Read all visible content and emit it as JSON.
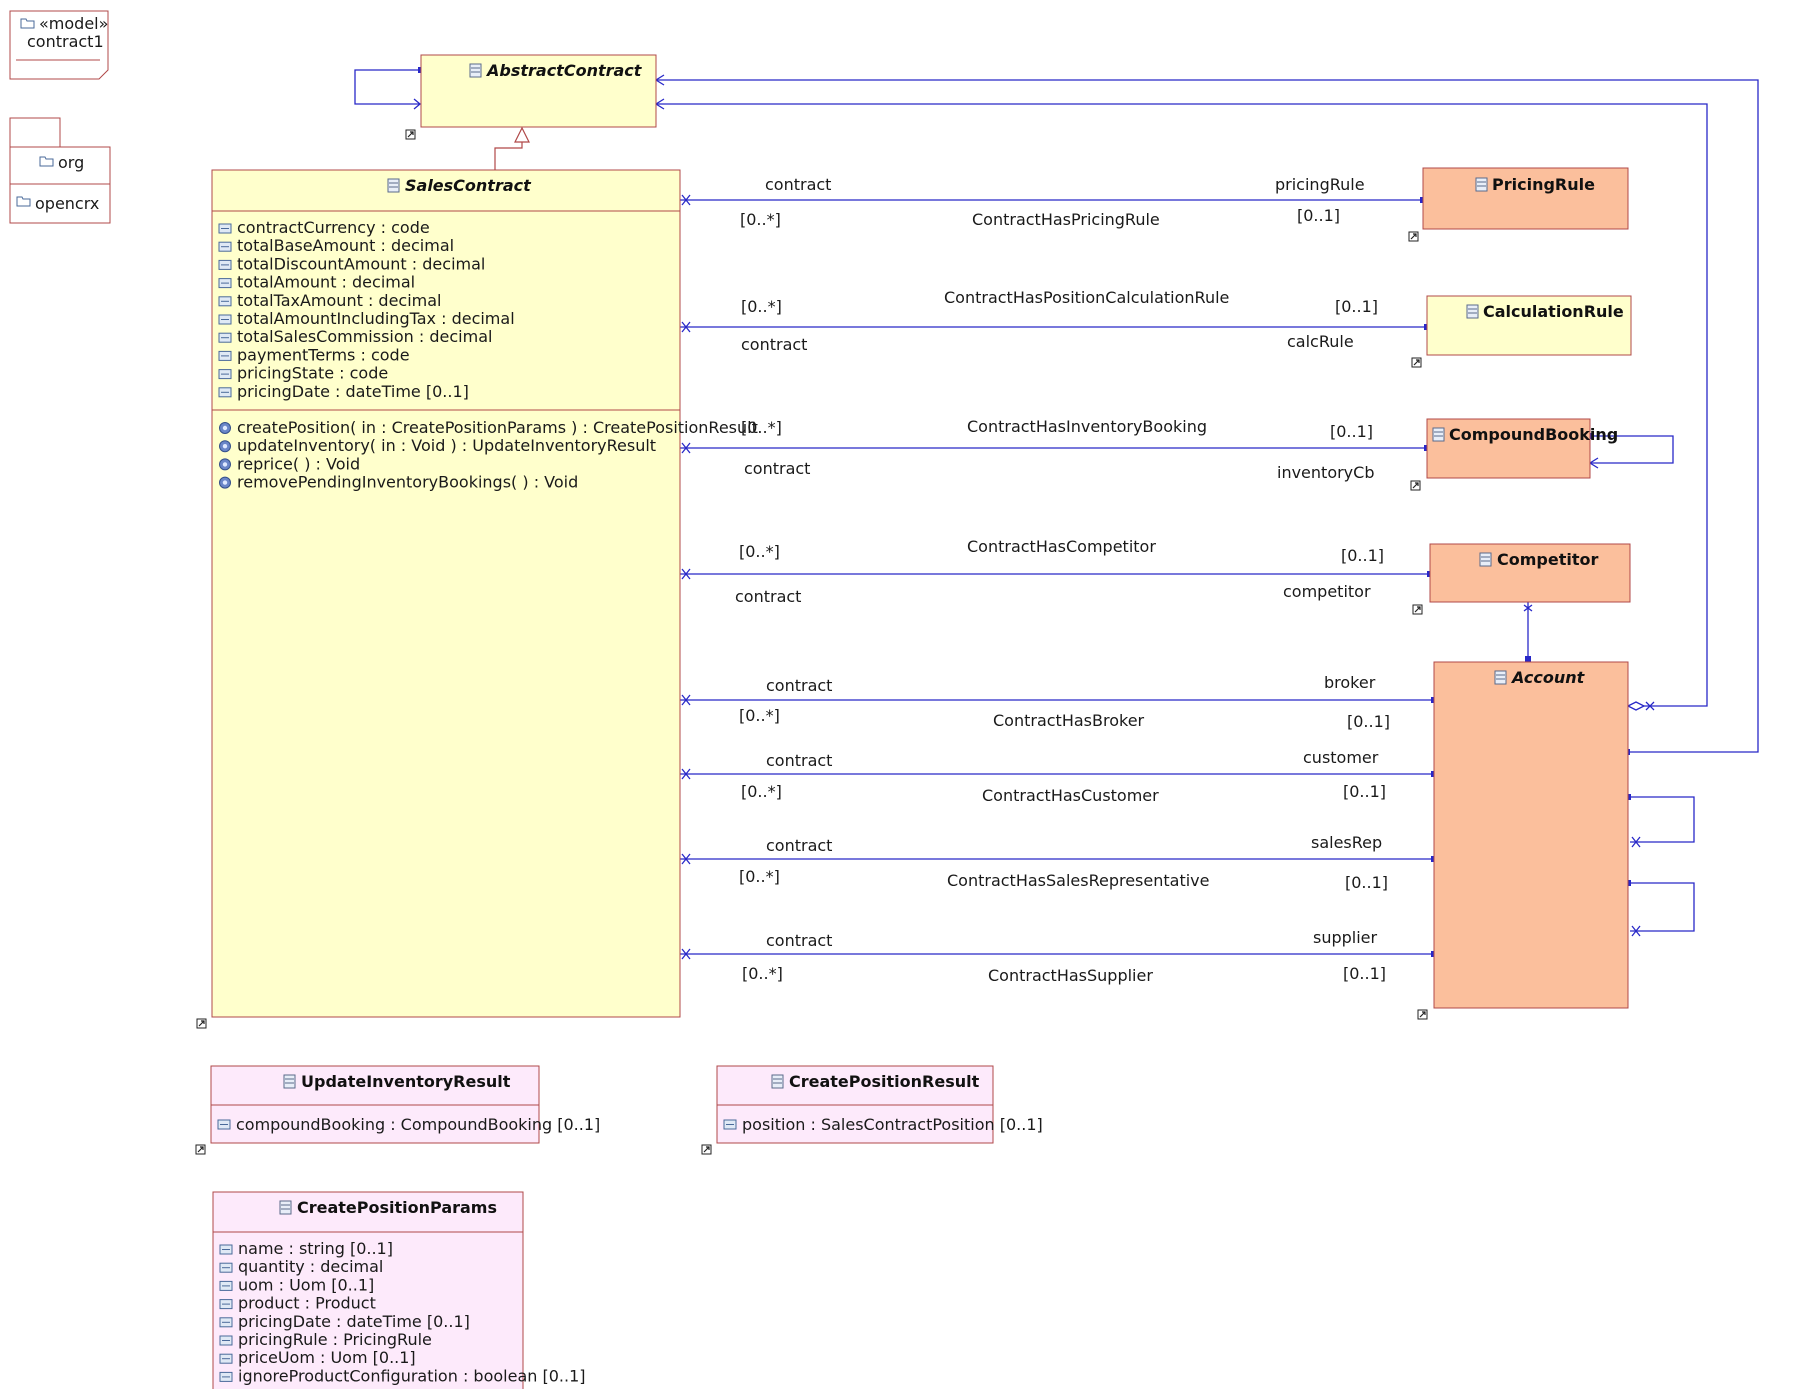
{
  "model": {
    "stereotype": "«model»",
    "name": "contract1"
  },
  "package_org": "org",
  "package_opencrx": "opencrx",
  "classes": {
    "abstract_contract": "AbstractContract",
    "sales_contract": {
      "name": "SalesContract",
      "attributes": [
        "contractCurrency : code",
        "totalBaseAmount : decimal",
        "totalDiscountAmount : decimal",
        "totalAmount : decimal",
        "totalTaxAmount : decimal",
        "totalAmountIncludingTax : decimal",
        "totalSalesCommission : decimal",
        "paymentTerms : code",
        "pricingState : code",
        "pricingDate : dateTime [0..1]"
      ],
      "operations": [
        "createPosition( in : CreatePositionParams ) : CreatePositionResult",
        "updateInventory( in : Void ) : UpdateInventoryResult",
        "reprice(  ) : Void",
        "removePendingInventoryBookings(  ) : Void"
      ]
    },
    "pricing_rule": "PricingRule",
    "calculation_rule": "CalculationRule",
    "compound_booking": "CompoundBooking",
    "competitor": "Competitor",
    "account": "Account",
    "update_inventory_result": {
      "name": "UpdateInventoryResult",
      "attributes": [
        "compoundBooking : CompoundBooking [0..1]"
      ]
    },
    "create_position_result": {
      "name": "CreatePositionResult",
      "attributes": [
        "position : SalesContractPosition [0..1]"
      ]
    },
    "create_position_params": {
      "name": "CreatePositionParams",
      "attributes": [
        "name : string [0..1]",
        "quantity : decimal",
        "uom : Uom [0..1]",
        "product : Product",
        "pricingDate : dateTime [0..1]",
        "pricingRule : PricingRule",
        "priceUom : Uom [0..1]",
        "ignoreProductConfiguration : boolean [0..1]"
      ]
    }
  },
  "associations": {
    "pricing_rule": {
      "name": "ContractHasPricingRule",
      "left_role": "contract",
      "left_mult": "[0..*]",
      "right_role": "pricingRule",
      "right_mult": "[0..1]"
    },
    "calc_rule": {
      "name": "ContractHasPositionCalculationRule",
      "left_role": "contract",
      "left_mult": "[0..*]",
      "right_role": "calcRule",
      "right_mult": "[0..1]"
    },
    "inventory": {
      "name": "ContractHasInventoryBooking",
      "left_role": "contract",
      "left_mult": "[0..*]",
      "right_role": "inventoryCb",
      "right_mult": "[0..1]"
    },
    "competitor": {
      "name": "ContractHasCompetitor",
      "left_role": "contract",
      "left_mult": "[0..*]",
      "right_role": "competitor",
      "right_mult": "[0..1]"
    },
    "broker": {
      "name": "ContractHasBroker",
      "left_role": "contract",
      "left_mult": "[0..*]",
      "right_role": "broker",
      "right_mult": "[0..1]"
    },
    "customer": {
      "name": "ContractHasCustomer",
      "left_role": "contract",
      "left_mult": "[0..*]",
      "right_role": "customer",
      "right_mult": "[0..1]"
    },
    "salesrep": {
      "name": "ContractHasSalesRepresentative",
      "left_role": "contract",
      "left_mult": "[0..*]",
      "right_role": "salesRep",
      "right_mult": "[0..1]"
    },
    "supplier": {
      "name": "ContractHasSupplier",
      "left_role": "contract",
      "left_mult": "[0..*]",
      "right_role": "supplier",
      "right_mult": "[0..1]"
    }
  },
  "colors": {
    "line": "#2828c8",
    "border": "#b04848",
    "yellow_fill": "#ffffcc",
    "orange_fill": "#fbbf9c",
    "pink_fill": "#fdeafb"
  }
}
